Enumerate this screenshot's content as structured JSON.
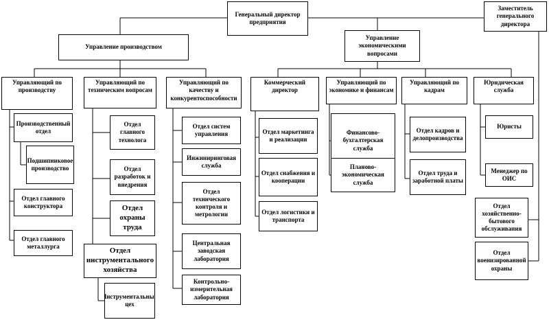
{
  "org": {
    "ceo": "Генеральный директор предприятия",
    "deputy": "Заместитель генерального директора",
    "production": "Управление производством",
    "economic": "Управление экономическими вопросами",
    "col1": {
      "head": "Управляющий по производству",
      "items": [
        "Производственный отдел",
        "Подшипниковое производство",
        "Отдел главного конструктора",
        "Отдел главного металлурга"
      ]
    },
    "col2": {
      "head": "Управляющий по техническим вопросам",
      "items": [
        "Отдел главного технолога",
        "Отдел разработок и внедрения",
        "Отдел охраны труда",
        "Отдел инструментального хозяйства",
        "Инструментальный цех"
      ]
    },
    "col3": {
      "head": "Управляющий по качеству и конкурентоспособности",
      "items": [
        "Отдел систем управления",
        "Инжиниринговая служба",
        "Отдел технического контроля и метрологии",
        "Центральная заводская лаборатория",
        "Контрольно-измерительная лаборатория"
      ]
    },
    "col4": {
      "head": "Коммерческий директор",
      "items": [
        "Отдел маркетинга и реализации",
        "Отдел снабжения и кооперации",
        "Отдел логистики и транспорта"
      ]
    },
    "col5": {
      "head": "Управляющий по экономике и финансам",
      "items": [
        "Финансово-бухгалтерская служба",
        "Планово-экономическая служба"
      ]
    },
    "col6": {
      "head": "Управляющий по кадрам",
      "items": [
        "Отдел кадров и делопроизводства",
        "Отдел труда и заработной платы"
      ]
    },
    "col7": {
      "head": "Юридическая служба",
      "items": [
        "Юристы",
        "Менеджер по ОИС"
      ]
    },
    "deputy_items": [
      "Отдел хозяйственно-бытового обслуживания",
      "Отдел военизированной охраны"
    ]
  }
}
